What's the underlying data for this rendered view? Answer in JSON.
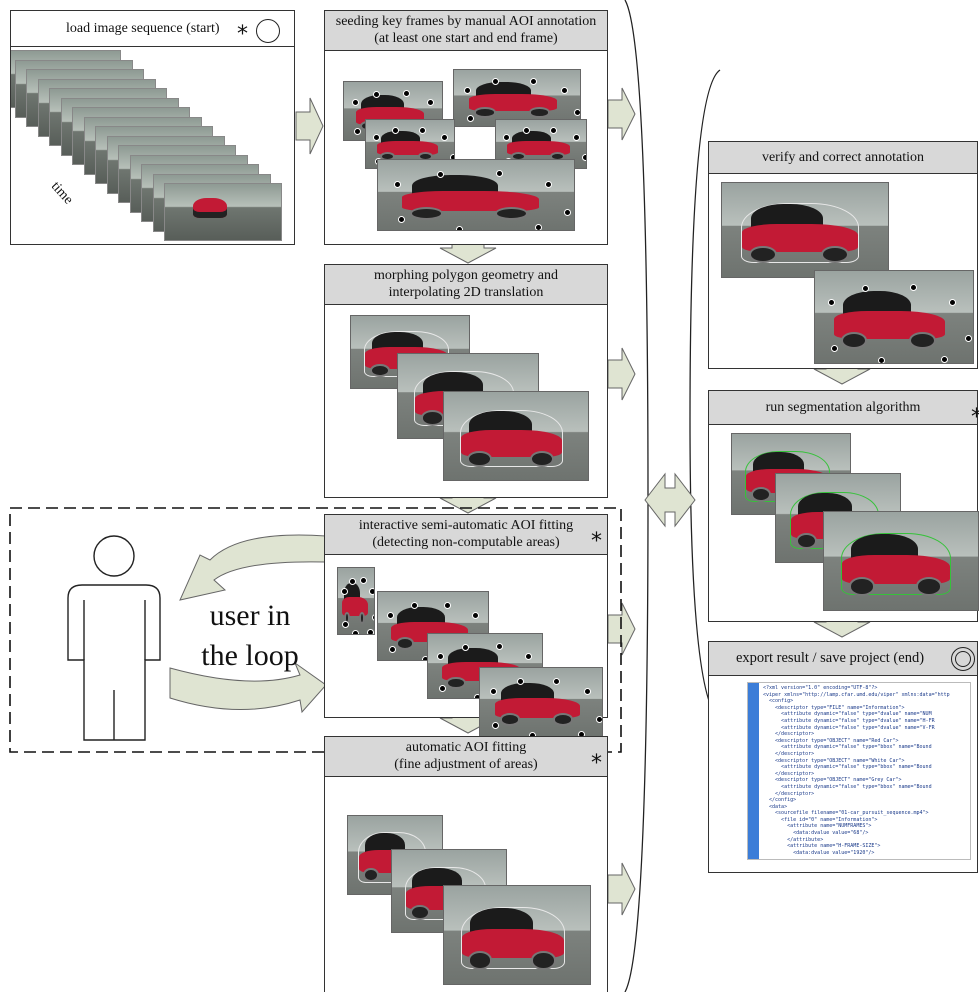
{
  "steps": {
    "load": {
      "title": "load image sequence (start)",
      "time_label": "time"
    },
    "seed": {
      "title_line1": "seeding key frames by manual AOI annotation",
      "title_line2": "(at least one start and end frame)"
    },
    "morph": {
      "title_line1": "morphing polygon geometry and",
      "title_line2": "interpolating 2D translation"
    },
    "interactive": {
      "title_line1": "interactive semi-automatic AOI fitting",
      "title_line2": "(detecting non-computable areas)"
    },
    "automatic": {
      "title_line1": "automatic AOI fitting",
      "title_line2": "(fine adjustment of areas)"
    },
    "verify": {
      "title": "verify and correct annotation"
    },
    "segment": {
      "title": "run segmentation algorithm"
    },
    "export": {
      "title": "export result / save project (end)"
    }
  },
  "user": {
    "line1": "user in",
    "line2": "the loop"
  },
  "star_glyph": "*",
  "colors": {
    "header_fill": "#d8d8d8",
    "arrow_fill": "#dfe4d2",
    "car_red": "#c21a35",
    "segment_green": "#36c23a"
  },
  "xml_lines": [
    "<?xml version=\"1.0\" encoding=\"UTF-8\"?>",
    "<viper xmlns=\"http://lamp.cfar.umd.edu/viper\" xmlns:data=\"http",
    "  <config>",
    "    <descriptor type=\"FILE\" name=\"Information\">",
    "      <attribute dynamic=\"false\" type=\"dvalue\" name=\"NUM",
    "      <attribute dynamic=\"false\" type=\"dvalue\" name=\"H-FR",
    "      <attribute dynamic=\"false\" type=\"dvalue\" name=\"V-FR",
    "    </descriptor>",
    "    <descriptor type=\"OBJECT\" name=\"Red Car\">",
    "      <attribute dynamic=\"false\" type=\"bbox\" name=\"Bound",
    "    </descriptor>",
    "    <descriptor type=\"OBJECT\" name=\"White Car\">",
    "      <attribute dynamic=\"false\" type=\"bbox\" name=\"Bound",
    "    </descriptor>",
    "    <descriptor type=\"OBJECT\" name=\"Grey Car\">",
    "      <attribute dynamic=\"false\" type=\"bbox\" name=\"Bound",
    "    </descriptor>",
    "  </config>",
    "  <data>",
    "    <sourcefile filename=\"01-car_pursuit_sequence.mp4\">",
    "      <file id=\"0\" name=\"Information\">",
    "        <attribute name=\"NUMFRAMES\">",
    "          <data:dvalue value=\"68\"/>",
    "        </attribute>",
    "        <attribute name=\"H-FRAME-SIZE\">",
    "          <data:dvalue value=\"1920\"/>"
  ]
}
